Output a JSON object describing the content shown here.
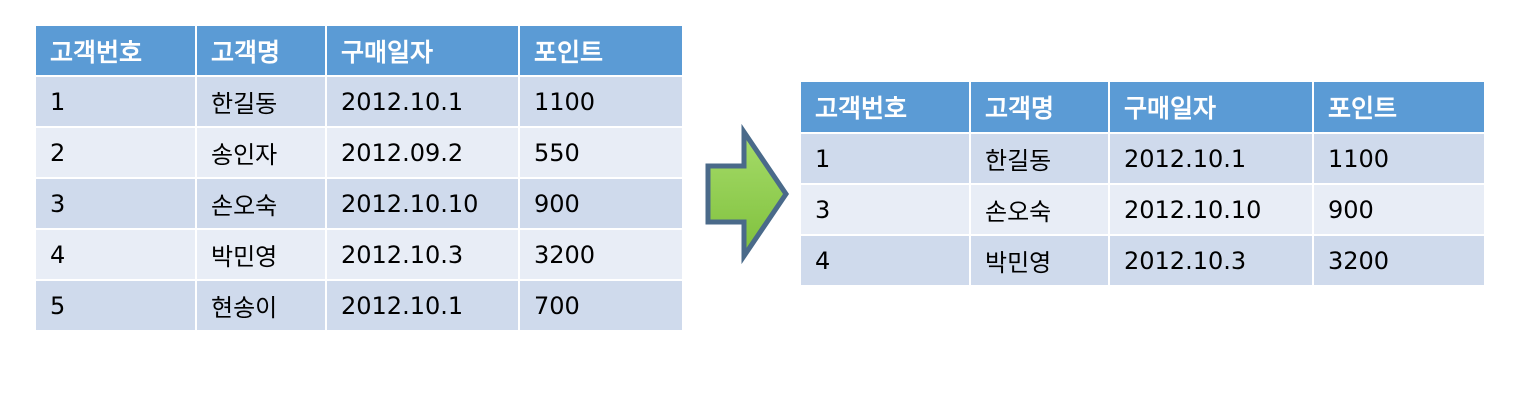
{
  "source_table": {
    "headers": [
      "고객번호",
      "고객명",
      "구매일자",
      "포인트"
    ],
    "rows": [
      [
        "1",
        "한길동",
        "2012.10.1",
        "1100"
      ],
      [
        "2",
        "송인자",
        "2012.09.2",
        "550"
      ],
      [
        "3",
        "손오숙",
        "2012.10.10",
        "900"
      ],
      [
        "4",
        "박민영",
        "2012.10.3",
        "3200"
      ],
      [
        "5",
        "현송이",
        "2012.10.1",
        "700"
      ]
    ]
  },
  "result_table": {
    "headers": [
      "고객번호",
      "고객명",
      "구매일자",
      "포인트"
    ],
    "rows": [
      [
        "1",
        "한길동",
        "2012.10.1",
        "1100"
      ],
      [
        "3",
        "손오숙",
        "2012.10.10",
        "900"
      ],
      [
        "4",
        "박민영",
        "2012.10.3",
        "3200"
      ]
    ]
  },
  "arrow": {
    "icon": "right-arrow-icon",
    "fill_color": "#92d050",
    "stroke_color": "#4a6a8a"
  },
  "colors": {
    "header": "#5b9bd5",
    "row_dark": "#cfdaec",
    "row_light": "#e8edf6"
  }
}
